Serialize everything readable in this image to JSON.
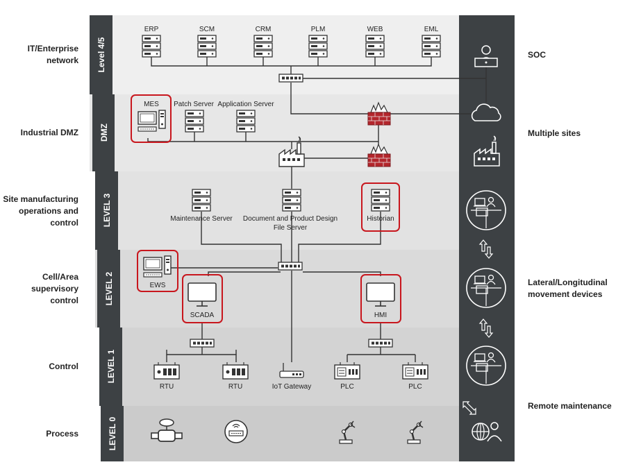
{
  "levels": [
    {
      "label": "Level 4/5",
      "zone": [
        "IT/Enterprise",
        "network"
      ]
    },
    {
      "label": "DMZ",
      "zone": [
        "Industrial DMZ"
      ]
    },
    {
      "label": "LEVEL 3",
      "zone": [
        "Site manufacturing",
        "operations and",
        "control"
      ]
    },
    {
      "label": "LEVEL 2",
      "zone": [
        "Cell/Area",
        "supervisory",
        "control"
      ]
    },
    {
      "label": "LEVEL 1",
      "zone": [
        "Control"
      ]
    },
    {
      "label": "LEVEL 0",
      "zone": [
        "Process"
      ]
    }
  ],
  "enterprise_servers": [
    "ERP",
    "SCM",
    "CRM",
    "PLM",
    "WEB",
    "EML"
  ],
  "dmz": {
    "mes": "MES",
    "patch_server": "Patch Server",
    "application_server": "Application Server"
  },
  "level3": {
    "maintenance_server": "Maintenance Server",
    "document_server": [
      "Document and Product Design",
      "File Server"
    ],
    "historian": "Historian"
  },
  "level2": {
    "ews": "EWS",
    "scada": "SCADA",
    "hmi": "HMI"
  },
  "level1": {
    "rtu_1": "RTU",
    "rtu_2": "RTU",
    "iot_gateway": "IoT Gateway",
    "plc_1": "PLC",
    "plc_2": "PLC"
  },
  "right_labels": {
    "soc": "SOC",
    "multiple_sites": "Multiple sites",
    "lateral": [
      "Lateral/Longitudinal",
      "movement devices"
    ],
    "remote": "Remote maintenance"
  },
  "colors": {
    "dark_band": "#3d4144",
    "highlight": "#c8161d",
    "firewall": "#b3262c"
  },
  "icons": {
    "server": "server-rack-icon",
    "switch": "network-switch-icon",
    "firewall": "firewall-icon",
    "factory": "factory-icon",
    "cloud": "cloud-icon",
    "workstation": "workstation-icon",
    "monitor": "monitor-icon",
    "rtu": "rtu-device-icon",
    "plc": "plc-device-icon",
    "router": "iot-gateway-icon",
    "valve": "valve-icon",
    "meter": "meter-icon",
    "robot_arm": "robot-arm-icon",
    "operator": "operator-icon",
    "arrows": "bidirectional-arrow-icon",
    "remote": "remote-maintenance-icon"
  }
}
